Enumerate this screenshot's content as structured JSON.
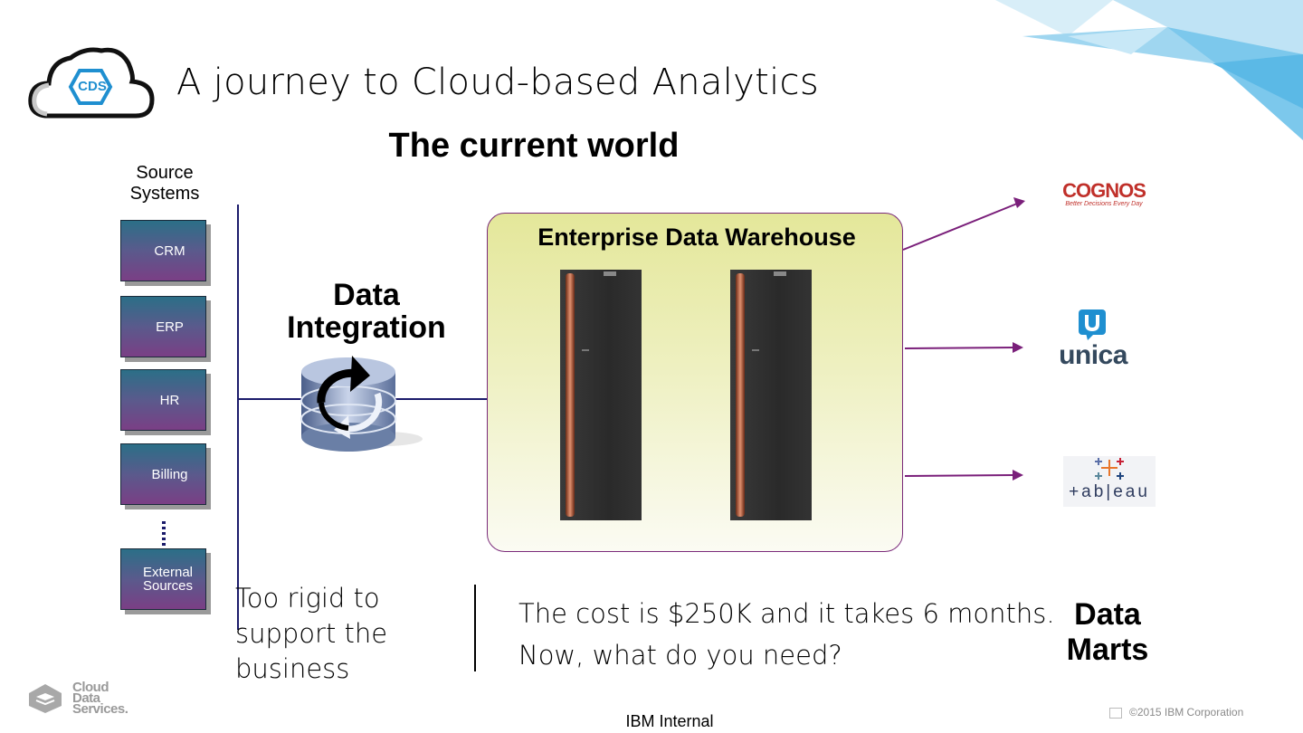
{
  "header": {
    "logo_text": "CDS",
    "title": "A journey to Cloud-based Analytics"
  },
  "diagram": {
    "subtitle": "The current world",
    "source_heading": "Source Systems",
    "sources": [
      "CRM",
      "ERP",
      "HR",
      "Billing",
      "External Sources"
    ],
    "integration_label": "Data Integration",
    "warehouse_title": "Enterprise Data Warehouse",
    "tools": [
      "Cognos",
      "Unica",
      "Tableau"
    ],
    "cognos_word": "COGNOS",
    "cognos_tagline": "Better Decisions Every Day",
    "unica_word": "unica",
    "tableau_word": "+ab|eau",
    "marts_label": "Data Marts"
  },
  "notes": {
    "left": "Too rigid to support the business",
    "mid_line1": "The cost is $250K and it takes 6 months.",
    "mid_line2": "Now, what do you need?"
  },
  "footer": {
    "brand": "Cloud Data Services.",
    "brand_lines": [
      "Cloud",
      "Data",
      "Services."
    ],
    "classification": "IBM Internal",
    "copyright": "©2015 IBM Corporation"
  },
  "colors": {
    "arrow": "#7a1f7a",
    "connector": "#1b1b6b",
    "warehouse_border": "#7a2a7a",
    "cds_blue": "#1f8fd0"
  }
}
